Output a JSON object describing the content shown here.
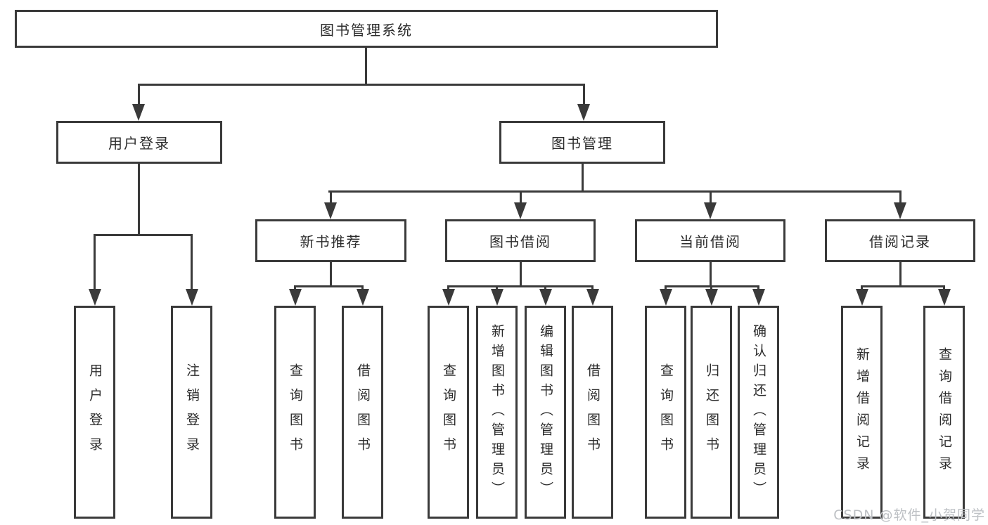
{
  "diagram": {
    "root": {
      "label": "图书管理系统"
    },
    "level2": [
      {
        "label": "用户登录"
      },
      {
        "label": "图书管理"
      }
    ],
    "level3": [
      {
        "label": "新书推荐"
      },
      {
        "label": "图书借阅"
      },
      {
        "label": "当前借阅"
      },
      {
        "label": "借阅记录"
      }
    ],
    "leaves": {
      "user_login": [
        "用户登录",
        "注销登录"
      ],
      "new_book": [
        "查询图书",
        "借阅图书"
      ],
      "book_borrow": [
        "查询图书",
        "新增图书（管理员）",
        "编辑图书（管理员）",
        "借阅图书"
      ],
      "current_borrow": [
        "查询图书",
        "归还图书",
        "确认归还（管理员）"
      ],
      "borrow_record": [
        "新增借阅记录",
        "查询借阅记录"
      ]
    }
  },
  "watermark": {
    "text": "CSDN @软件_小贺同学"
  },
  "colors": {
    "line": "#3a3a3a",
    "text": "#2b2b2b",
    "watermark": "#bdc0c4",
    "background": "#ffffff"
  }
}
